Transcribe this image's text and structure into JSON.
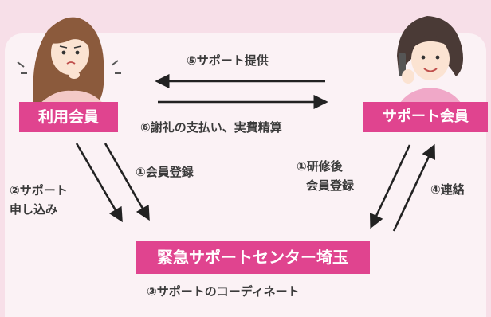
{
  "nodes": {
    "user_member": "利用会員",
    "support_member": "サポート会員",
    "center": "緊急サポートセンター埼玉"
  },
  "edges": {
    "support_provided": "⑤サポート提供",
    "thanks_payment": "⑥謝礼の支払い、実費精算",
    "member_registration_user": "①会員登録",
    "support_request": [
      "②サポート",
      "申し込み"
    ],
    "training_registration": [
      "①研修後",
      "会員登録"
    ],
    "contact": "④連絡",
    "coordinate": "③サポートのコーディネート"
  },
  "colors": {
    "background": "#f7dfe8",
    "panel": "#fbf2f5",
    "box": "#e0448f",
    "text": "#3a3a3a",
    "arrow": "#222222"
  },
  "icons": [
    "worried-woman-illustration",
    "phone-woman-illustration"
  ]
}
